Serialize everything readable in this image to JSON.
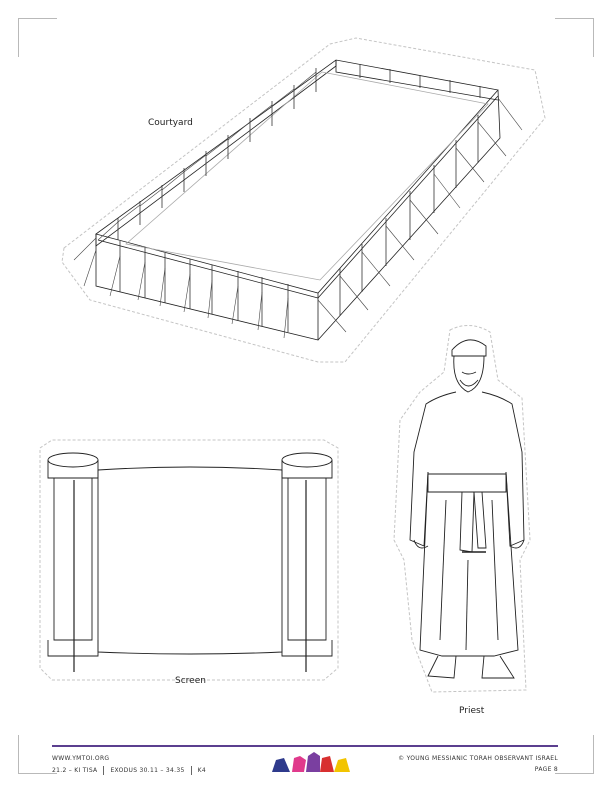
{
  "labels": {
    "courtyard": "Courtyard",
    "screen": "Screen",
    "priest": "Priest"
  },
  "footer": {
    "website": "WWW.YMTOI.ORG",
    "lesson": "21.2 – KI TISA",
    "scripture": "EXODUS 30.11 – 34.35",
    "level": "K4",
    "copyright": "© YOUNG MESSIANIC TORAH OBSERVANT ISRAEL",
    "page": "PAGE 8"
  },
  "colors": {
    "footer_rule": "#5b3f8f",
    "logo": [
      "#2e3a8c",
      "#e03a8c",
      "#7a3fa0",
      "#d83030",
      "#f2c400"
    ]
  },
  "icons": [
    "courtyard-illustration",
    "screen-illustration",
    "priest-illustration",
    "ymtoi-logo-icon"
  ]
}
